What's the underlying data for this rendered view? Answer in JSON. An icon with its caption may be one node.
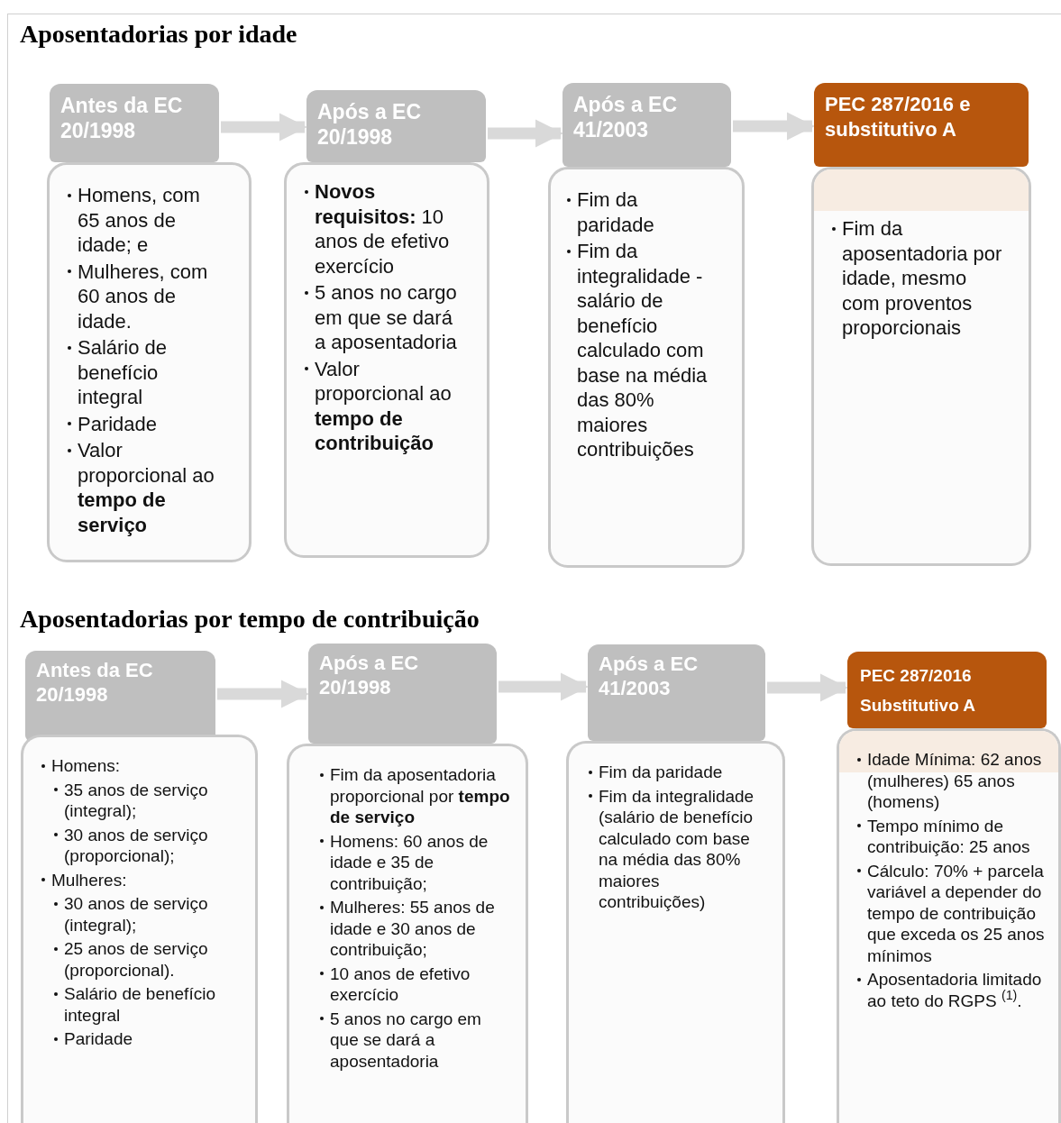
{
  "diagram": {
    "nodes": [
      {
        "text": [
          "Antes da EC 20/1998"
        ]
      },
      {
        "text": [
          "Homens, com 65 anos de idade; e",
          "Mulheres, com 60 anos de idade.",
          "Salário de benefício integral",
          "Paridade",
          "Valor proporcional ao **tempo de serviço**"
        ]
      },
      {
        "text": [
          "Após a EC 20/1998"
        ]
      },
      {
        "text": [
          "**Novos requisitos:** 10 anos de efetivo exercício",
          "5 anos no cargo em que se dará a aposentadoria",
          "Valor proporcional ao **tempo de contribuição**"
        ]
      },
      {
        "text": [
          "Após a EC 41/2003"
        ]
      },
      {
        "text": [
          "Fim da paridade",
          "Fim da integralidade - salário de benefício calculado com base na média das 80% maiores contribuições"
        ]
      },
      {
        "text": [
          "PEC 287/2016 e substitutivo A"
        ]
      },
      {
        "text": [
          "Fim da aposentadoria por idade, mesmo com proventos proporcionais"
        ]
      },
      {
        "text": [
          "Antes da EC 20/1998"
        ]
      },
      {
        "text": [
          "Homens:",
          "35 anos de serviço (integral);",
          "30 anos de serviço (proporcional);",
          "Mulheres:",
          "30 anos de serviço (integral);",
          "25 anos de serviço (proporcional).",
          "Salário de benefício integral",
          "Paridade"
        ]
      },
      {
        "text": [
          "Após a EC 20/1998"
        ]
      },
      {
        "text": [
          "Fim da aposentadoria proporcional por **tempo de serviço**",
          "Homens: 60 anos de idade e 35 de contribuição;",
          "Mulheres: 55 anos de idade e 30 anos de contribuição;",
          "10 anos de efetivo exercício",
          "5 anos no cargo em que se dará a aposentadoria"
        ]
      },
      {
        "text": [
          "Após a EC 41/2003"
        ]
      },
      {
        "text": [
          "Fim da paridade",
          "Fim da integralidade (salário de benefício calculado com base na média das 80% maiores contribuições)"
        ]
      },
      {
        "text": [
          "PEC 287/2016 Substitutivo A"
        ]
      },
      {
        "text": [
          "Idade Mínima: 62 anos (mulheres) 65 anos (homens)",
          "Tempo mínimo de contribuição: 25 anos",
          "Cálculo: 70% + parcela variável a depender do tempo de contribuição que exceda os 25 anos mínimos",
          "Aposentadoria limitado ao teto do RGPS $^{(1)}$."
        ]
      }
    ],
    "edges": [
      {
        "from": 0,
        "to": 2,
        "arrow": "to"
      },
      {
        "from": 2,
        "to": 4,
        "arrow": "to"
      },
      {
        "from": 4,
        "to": 6,
        "arrow": "to"
      },
      {
        "from": 8,
        "to": 10,
        "arrow": "to"
      },
      {
        "from": 10,
        "to": 12,
        "arrow": "to"
      },
      {
        "from": 12,
        "to": 14,
        "arrow": "to"
      }
    ],
    "labels": [
      "Aposentadorias por idade",
      "Aposentadorias por tempo de contribuição"
    ]
  }
}
